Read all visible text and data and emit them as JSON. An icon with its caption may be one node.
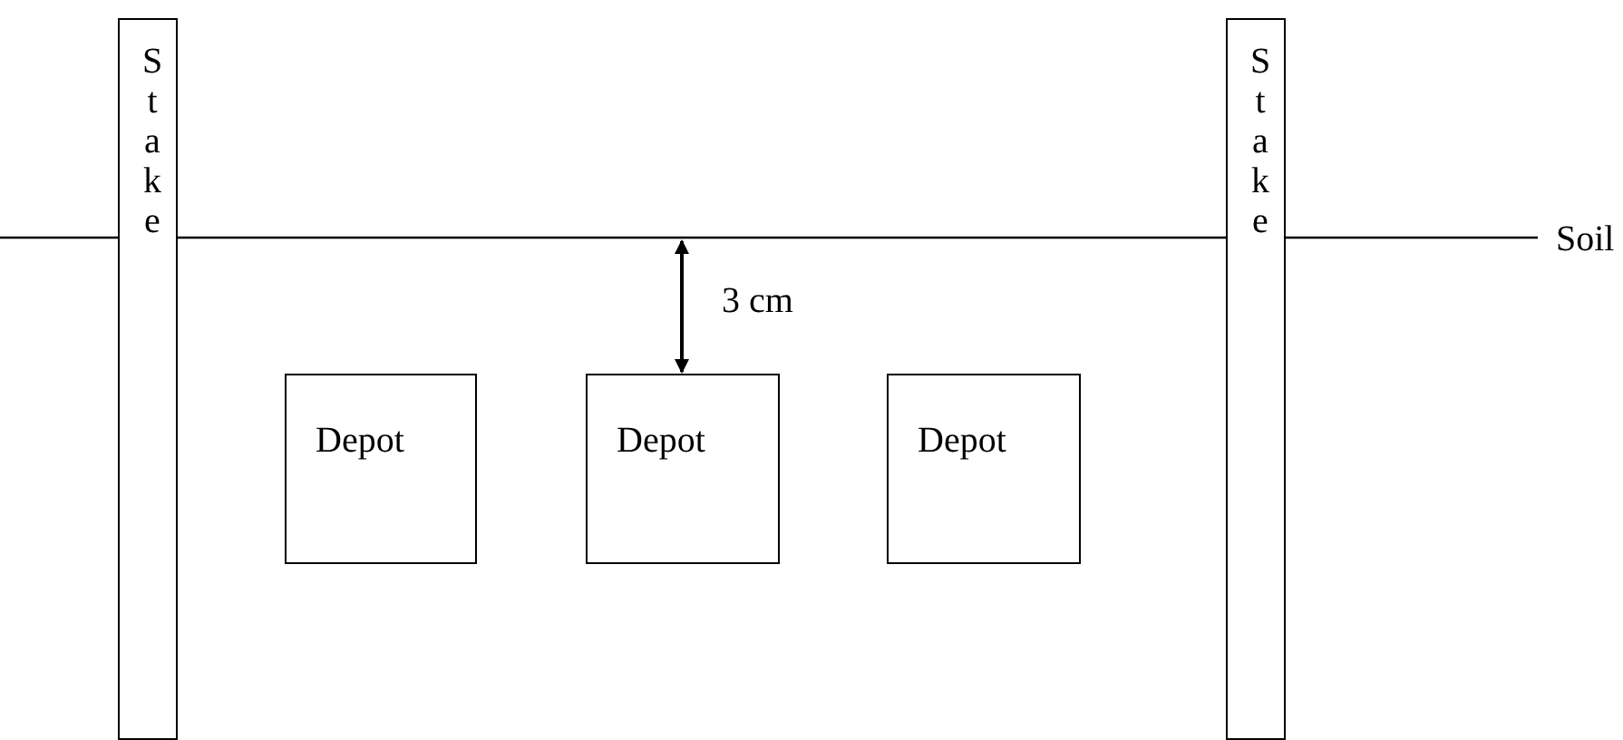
{
  "diagram": {
    "nodes": [
      {
        "text": [
          "Stake"
        ]
      },
      {
        "text": [
          "Depot"
        ]
      },
      {
        "text": [
          "Depot"
        ]
      },
      {
        "text": [
          "Depot"
        ]
      },
      {
        "text": [
          "Stake"
        ]
      }
    ],
    "edges": [],
    "labels": [
      "Soil",
      "3 cm"
    ]
  }
}
